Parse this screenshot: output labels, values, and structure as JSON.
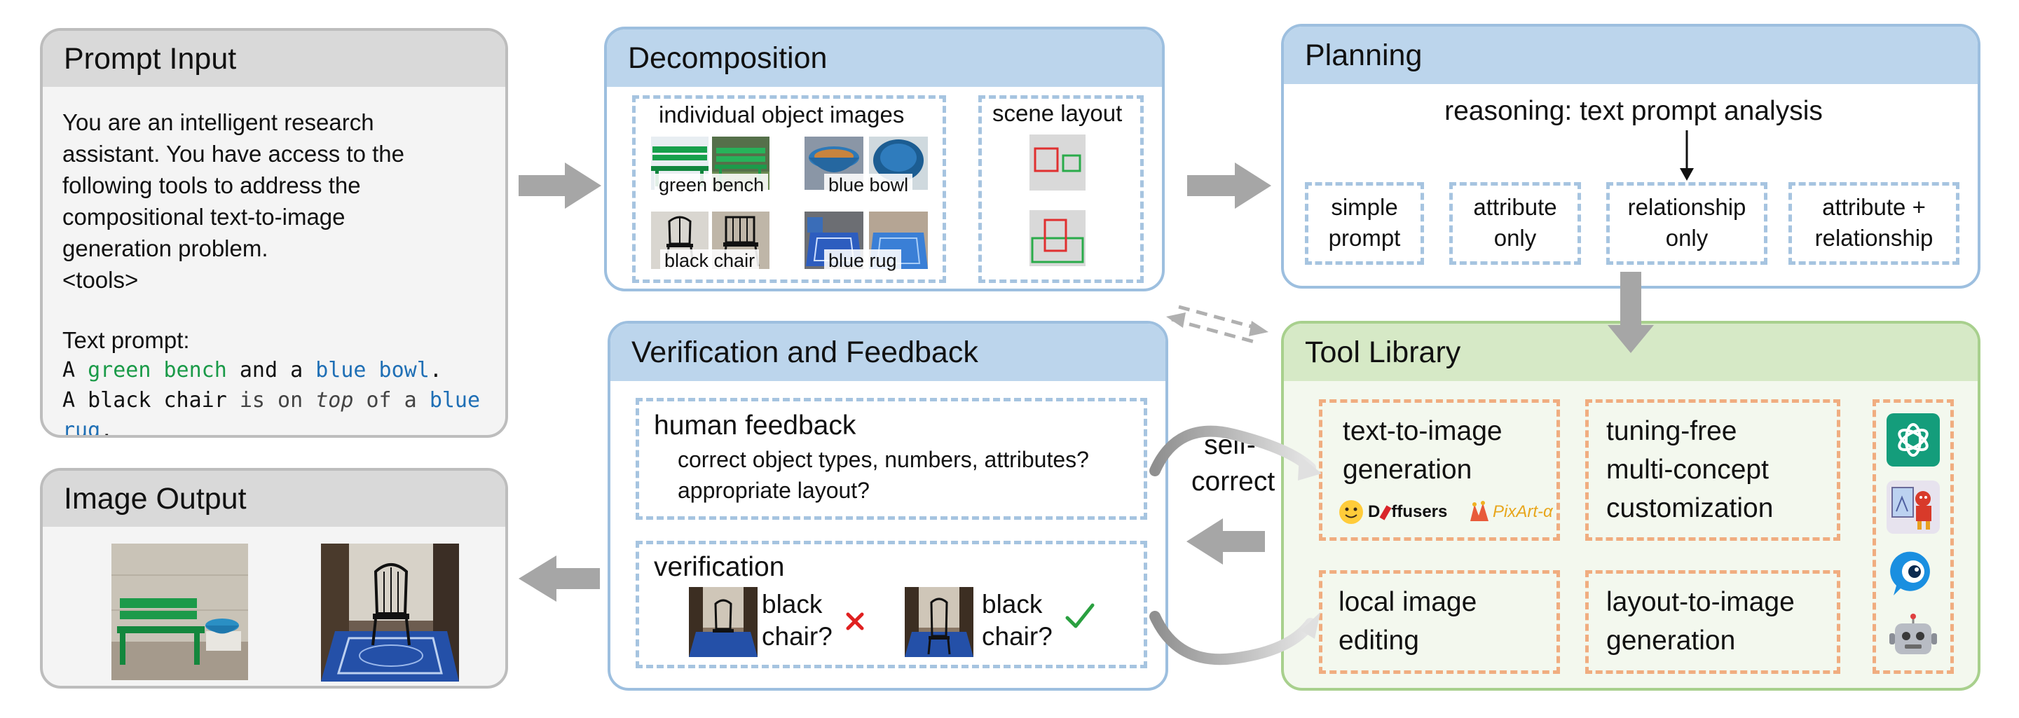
{
  "prompt_input": {
    "title": "Prompt Input",
    "intro_lines": [
      "You are an intelligent research",
      "assistant. You have access to the",
      "following tools to address the",
      "compositional text-to-image",
      "generation problem.",
      "<tools>"
    ],
    "text_prompt_label": "Text prompt:",
    "line1": {
      "a": "A ",
      "green_bench": "green bench",
      "and_a": " and a ",
      "blue_bowl": "blue bowl",
      "period": "."
    },
    "line2": {
      "a": "A ",
      "black_chair": "black chair",
      "is_on": " is on ",
      "top": "top",
      "of_a": " of a ",
      "blue_rug": "blue rug",
      "period": "."
    }
  },
  "image_output": {
    "title": "Image Output"
  },
  "decomposition": {
    "title": "Decomposition",
    "individual_label": "individual object images",
    "scene_label": "scene layout",
    "labels": [
      "green bench",
      "blue bowl",
      "black chair",
      "blue rug"
    ]
  },
  "planning": {
    "title": "Planning",
    "reasoning": "reasoning: text prompt analysis",
    "options": [
      [
        "simple",
        "prompt"
      ],
      [
        "attribute",
        "only"
      ],
      [
        "relationship",
        "only"
      ],
      [
        "attribute +",
        "relationship"
      ]
    ]
  },
  "verification": {
    "title": "Verification and Feedback",
    "human_feedback": "human feedback",
    "hf_lines": [
      "correct object types, numbers, attributes?",
      "appropriate layout?"
    ],
    "verification_label": "verification",
    "check_text": [
      "black",
      "chair?"
    ]
  },
  "self_correct": [
    "self-",
    "correct"
  ],
  "tool_library": {
    "title": "Tool Library",
    "t2i": [
      "text-to-image",
      "generation"
    ],
    "tuning": [
      "tuning-free",
      "multi-concept",
      "customization"
    ],
    "local": [
      "local image",
      "editing"
    ],
    "layout": [
      "layout-to-image",
      "generation"
    ],
    "diffusers": "D",
    "diffusers_rest": "ffusers",
    "pixart": "PixArt-α"
  },
  "colors": {
    "green_text": "#1a9a48",
    "blue_text": "#1f6fb5",
    "arrow_gray": "#a6a6a6",
    "blue_border": "#9dbfdf",
    "green_border": "#a8d08d",
    "orange_dash": "#f0ad80"
  },
  "icons": [
    "chatgpt-icon",
    "painting-robot-icon",
    "eye-chat-icon",
    "robot-icon",
    "hugging-face-icon"
  ]
}
